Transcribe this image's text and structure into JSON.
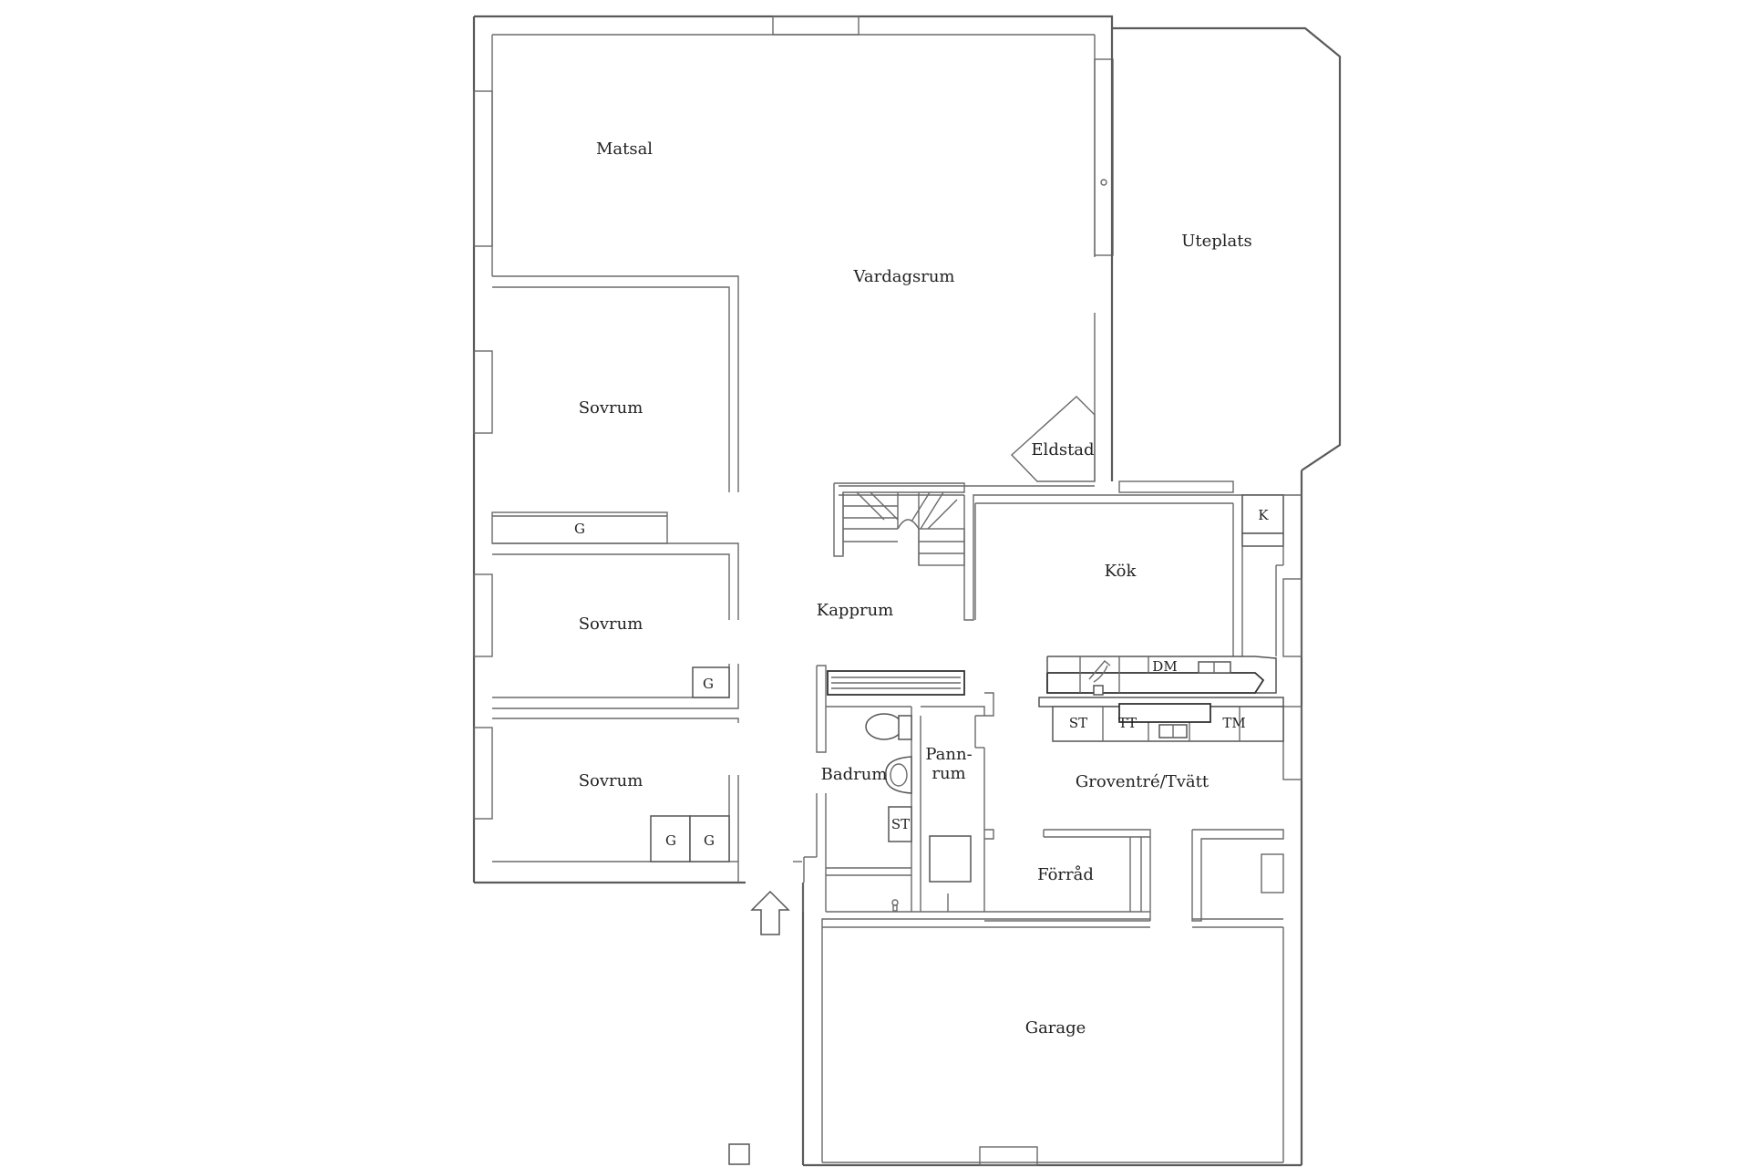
{
  "rooms": {
    "matsal": "Matsal",
    "vardagsrum": "Vardagsrum",
    "uteplats": "Uteplats",
    "sovrum_1": "Sovrum",
    "sovrum_2": "Sovrum",
    "sovrum_3": "Sovrum",
    "eldstad": "Eldstad",
    "kapprum": "Kapprum",
    "kok": "Kök",
    "badrum": "Badrum",
    "pannrum_line1": "Pann-",
    "pannrum_line2": "rum",
    "groventre": "Groventré/Tvätt",
    "forrad": "Förråd",
    "garage": "Garage"
  },
  "fixtures": {
    "wardrobe_1": "G",
    "wardrobe_2": "G",
    "wardrobe_3": "G",
    "wardrobe_4": "G",
    "fridge": "K",
    "dishwasher": "DM",
    "dryer_cabinet": "ST",
    "tumble_dryer": "TT",
    "washing_machine": "TM",
    "bath_cabinet": "ST"
  }
}
